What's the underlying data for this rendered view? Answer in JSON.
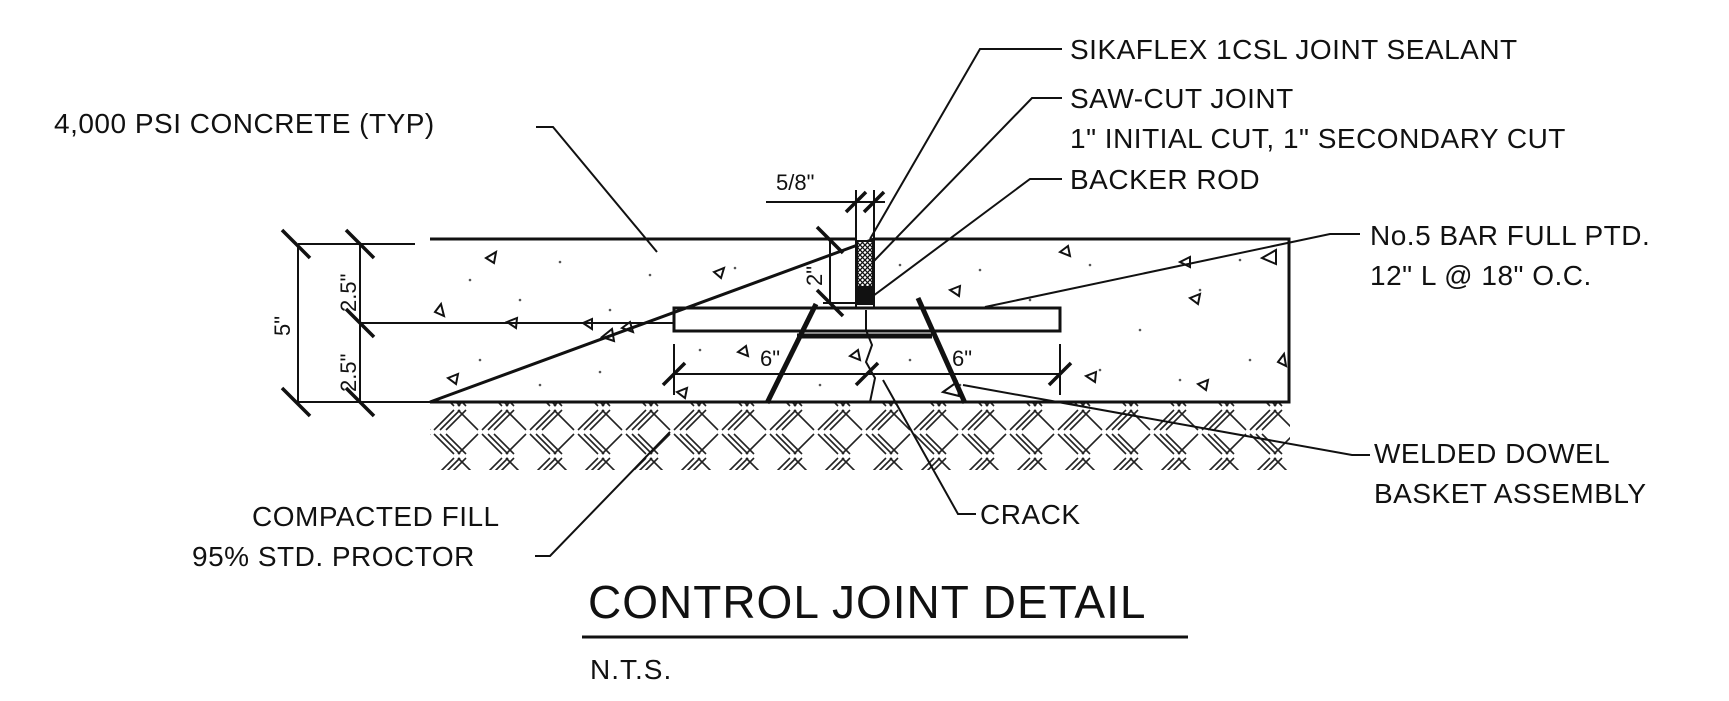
{
  "diagram": {
    "title": "CONTROL JOINT DETAIL",
    "subtitle": "N.T.S.",
    "callouts": {
      "concrete": "4,000 PSI CONCRETE (TYP)",
      "sealant": "SIKAFLEX 1CSL JOINT SEALANT",
      "sawcut_line1": "SAW-CUT JOINT",
      "sawcut_line2": "1\" INITIAL CUT, 1\" SECONDARY CUT",
      "backer_rod": "BACKER ROD",
      "bar_line1": "No.5 BAR FULL PTD.",
      "bar_line2": "12\" L @ 18\" O.C.",
      "dowel_line1": "WELDED DOWEL",
      "dowel_line2": "BASKET ASSEMBLY",
      "crack": "CRACK",
      "fill_line1": "COMPACTED FILL",
      "fill_line2": "95% STD. PROCTOR"
    },
    "dimensions": {
      "joint_width": "5/8\"",
      "joint_depth": "2\"",
      "slab_total": "5\"",
      "slab_upper": "2.5\"",
      "slab_lower": "2.5\"",
      "dowel_left": "6\"",
      "dowel_right": "6\""
    }
  }
}
